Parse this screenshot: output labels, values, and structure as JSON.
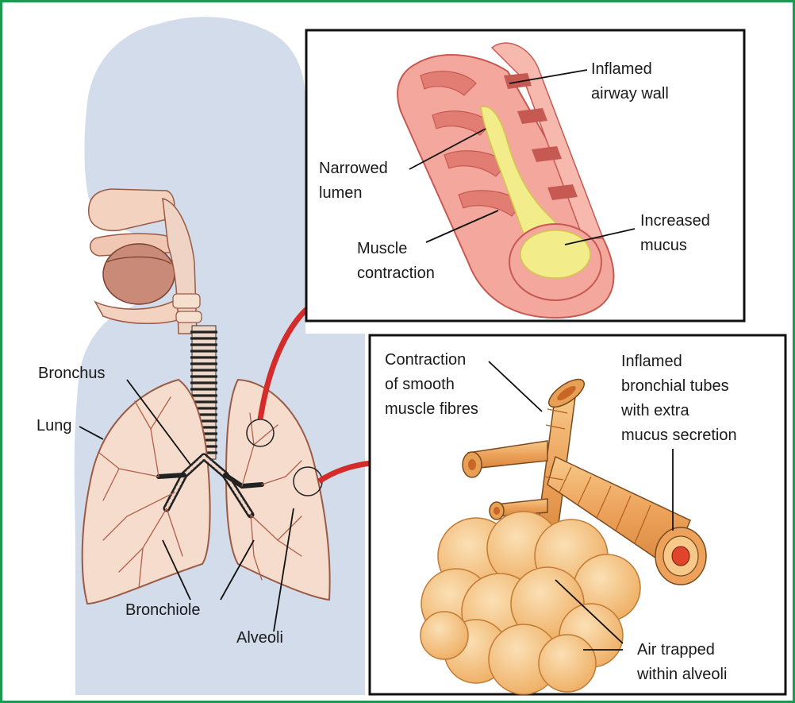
{
  "colors": {
    "frame": "#1e9a4e",
    "silhouette": "#d3dcea",
    "lung_fill": "#f6dccc",
    "lung_outline": "#9a5a44",
    "airway_pink": "#f4a79c",
    "airway_pink_dark": "#c65a52",
    "mucus": "#f2ec8a",
    "bronchial_orange": "#f1b468",
    "alveoli_orange": "#f6c88a",
    "arrow_red": "#d42b2b",
    "leader_line": "#111111"
  },
  "labels": {
    "inflamed_airway_wall": [
      "Inflamed",
      "airway wall"
    ],
    "narrowed_lumen": [
      "Narrowed",
      "lumen"
    ],
    "increased_mucus": [
      "Increased",
      "mucus"
    ],
    "muscle_contraction": [
      "Muscle",
      "contraction"
    ],
    "contraction_smooth_muscle": [
      "Contraction",
      "of smooth",
      "muscle fibres"
    ],
    "inflamed_bronchial_tubes": [
      "Inflamed",
      "bronchial tubes",
      "with extra",
      "mucus secretion"
    ],
    "bronchus": "Bronchus",
    "lung": "Lung",
    "bronchiole": "Bronchiole",
    "alveoli": "Alveoli",
    "air_trapped": [
      "Air trapped",
      "within alveoli"
    ]
  }
}
